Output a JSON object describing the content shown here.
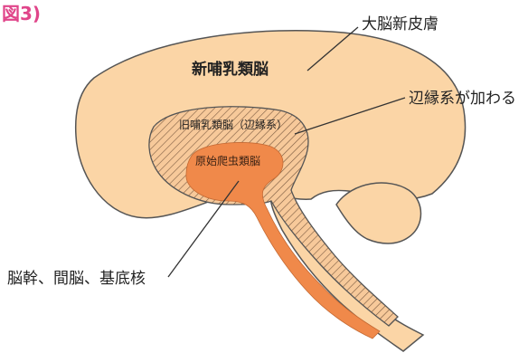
{
  "figure": {
    "label": "図3)"
  },
  "regions": {
    "neomammalian": "新哺乳類脳",
    "paleomammalian": "旧哺乳類脳（辺縁系）",
    "reptilian": "原始爬虫類脳"
  },
  "callouts": {
    "cortex": "大脳新皮膚",
    "limbic": "辺縁系が加わる",
    "brainstem": "脳幹、間脳、基底核"
  },
  "colors": {
    "figure_label": "#e0458a",
    "outer_brain": "#fbd5a6",
    "middle_layer": "#f7c99a",
    "hatch": "#7a5a40",
    "core": "#f0894a",
    "outline": "#555555",
    "leader_line": "#333333"
  }
}
